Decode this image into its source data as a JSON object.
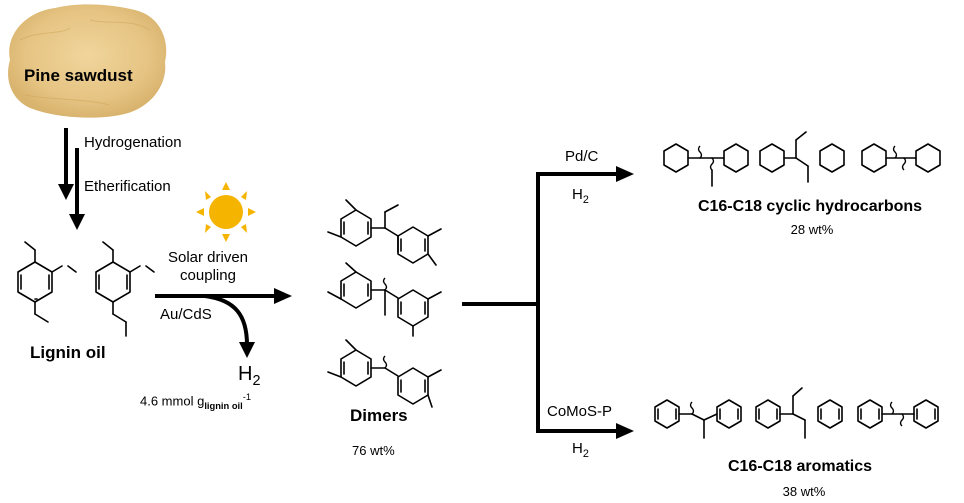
{
  "feedstock": {
    "label": "Pine sawdust",
    "color": "#e8c98a"
  },
  "step1": {
    "label1": "Hydrogenation",
    "label2": "Etherification"
  },
  "lignin_oil": {
    "label": "Lignin oil"
  },
  "coupling": {
    "line1": "Solar driven",
    "line2": "coupling",
    "catalyst": "Au/CdS"
  },
  "h2_product": {
    "label": "H",
    "sub": "2",
    "yield_value": "4.6 mmol g",
    "yield_sub": "lignin oil",
    "yield_sup": "-1"
  },
  "sun": {
    "color": "#f5b400"
  },
  "dimers": {
    "label": "Dimers",
    "yield": "76 wt%"
  },
  "upper_route": {
    "catalyst": "Pd/C",
    "reagent": "H",
    "reagent_sub": "2",
    "product": "C16-C18 cyclic hydrocarbons",
    "yield": "28 wt%"
  },
  "lower_route": {
    "catalyst": "CoMoS-P",
    "reagent": "H",
    "reagent_sub": "2",
    "product": "C16-C18 aromatics",
    "yield": "38 wt%"
  }
}
